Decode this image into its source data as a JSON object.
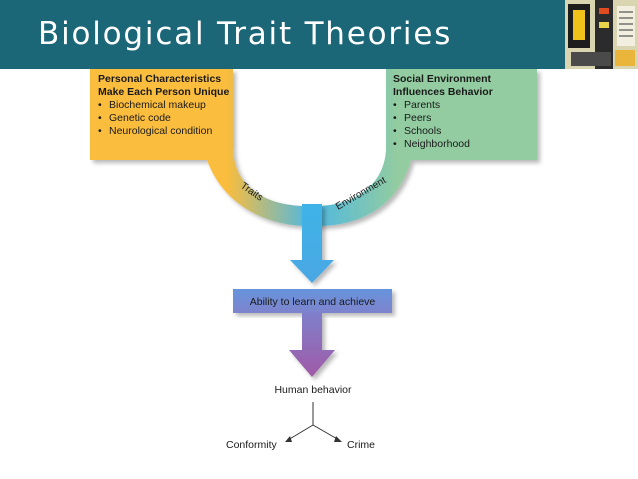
{
  "slide": {
    "title": "Biological Trait Theories"
  },
  "diagram": {
    "left_box": {
      "heading_line1": "Personal Characteristics",
      "heading_line2": "Make Each Person Unique",
      "items": [
        "Biochemical makeup",
        "Genetic code",
        "Neurological condition"
      ]
    },
    "right_box": {
      "heading_line1": "Social Environment",
      "heading_line2": "Influences Behavior",
      "items": [
        "Parents",
        "Peers",
        "Schools",
        "Neighborhood"
      ]
    },
    "left_arc_label": "Traits",
    "right_arc_label": "Environment",
    "middle_box_label": "Ability to learn and achieve",
    "outcome_label": "Human behavior",
    "branch_left_label": "Conformity",
    "branch_right_label": "Crime"
  },
  "colors": {
    "header_bg": "#1b6677",
    "left_box": "#fbbd3c",
    "right_box": "#92cca0",
    "funnel_mid": "#3fb3e6",
    "middle_box": "#6a8fd6",
    "purple_arrow": "#9e5aa8"
  }
}
